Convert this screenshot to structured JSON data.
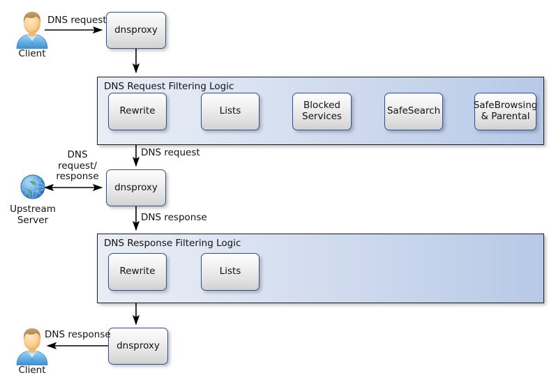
{
  "diagram": {
    "title": "DNS request and response filtering flow",
    "colors": {
      "node_border": "#2c4f93",
      "group_border": "#1b1b1b",
      "group_bg_left": "#e8ecf5",
      "group_bg_right": "#b7c9e7",
      "arrow": "#000000",
      "avatar_skin": "#f7c98b",
      "avatar_hair": "#b08a52",
      "avatar_shirt": "#6cb3e8",
      "globe": "#3c8fd4"
    },
    "actors": [
      {
        "id": "client-top",
        "icon": "user-avatar-icon",
        "caption": "Client"
      },
      {
        "id": "upstream",
        "icon": "globe-icon",
        "caption_line1": "Upstream",
        "caption_line2": "Server"
      },
      {
        "id": "client-bottom",
        "icon": "user-avatar-icon",
        "caption": "Client"
      }
    ],
    "proxies": [
      {
        "id": "dnsproxy-1",
        "label": "dnsproxy"
      },
      {
        "id": "dnsproxy-2",
        "label": "dnsproxy"
      },
      {
        "id": "dnsproxy-3",
        "label": "dnsproxy"
      }
    ],
    "request_group": {
      "title": "DNS Request Filtering Logic",
      "stages": [
        {
          "id": "rewrite",
          "line1": "Rewrite",
          "line2": ""
        },
        {
          "id": "lists",
          "line1": "Lists",
          "line2": ""
        },
        {
          "id": "blocked-services",
          "line1": "Blocked",
          "line2": "Services"
        },
        {
          "id": "safesearch",
          "line1": "SafeSearch",
          "line2": ""
        },
        {
          "id": "safebrowsing-parental",
          "line1": "SafeBrowsing",
          "line2": "& Parental"
        }
      ]
    },
    "response_group": {
      "title": "DNS Response Filtering Logic",
      "stages": [
        {
          "id": "rewrite",
          "line1": "Rewrite",
          "line2": ""
        },
        {
          "id": "lists",
          "line1": "Lists",
          "line2": ""
        }
      ]
    },
    "edge_labels": {
      "client_to_proxy1": "DNS request",
      "proxy1_to_request_group": "",
      "request_group_to_proxy2": "DNS request",
      "upstream_exchange_l1": "DNS",
      "upstream_exchange_l2": "request/",
      "upstream_exchange_l3": "response",
      "proxy2_to_response_group": "DNS response",
      "proxy3_to_client": "DNS response"
    }
  }
}
